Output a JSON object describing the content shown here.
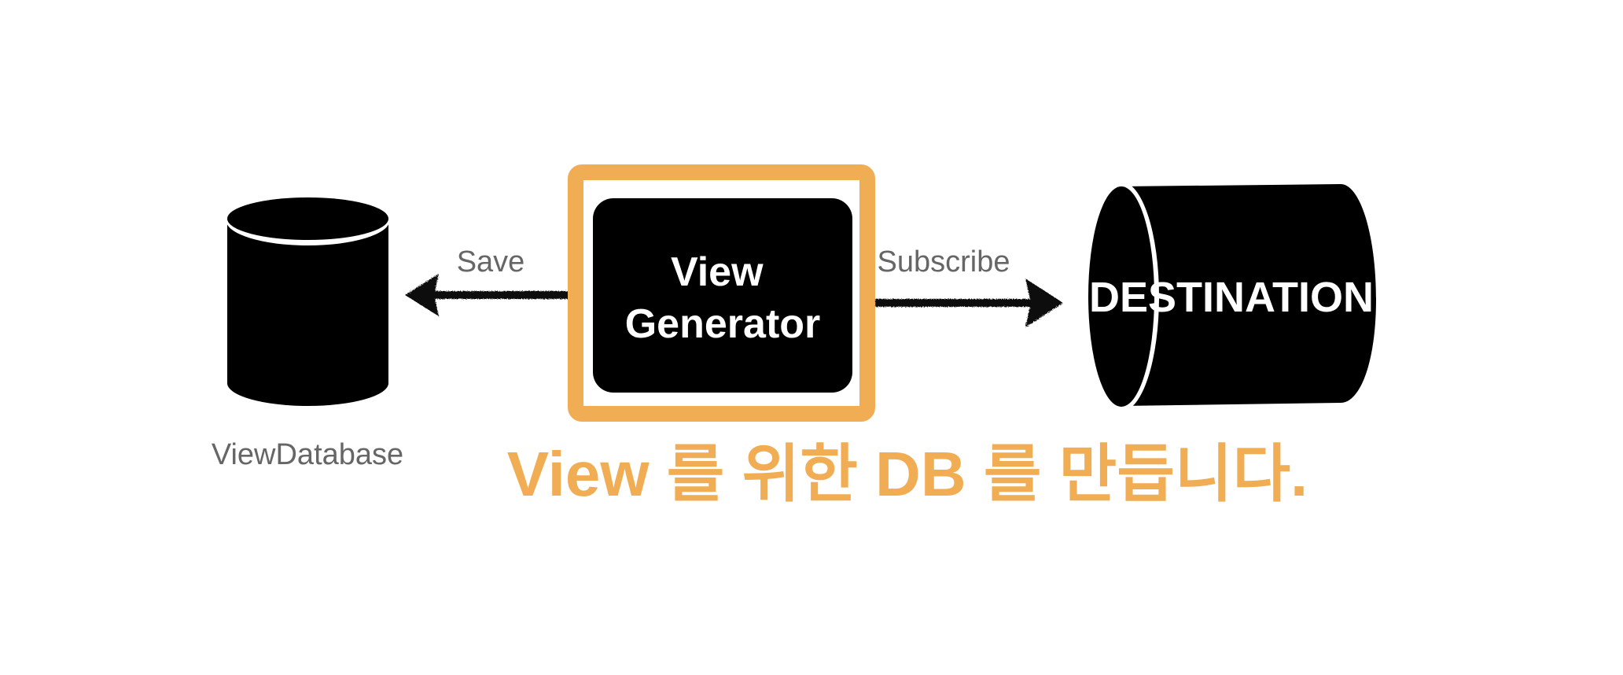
{
  "diagram": {
    "nodes": {
      "view_database": {
        "label": "ViewDatabase"
      },
      "view_generator": {
        "line1": "View",
        "line2": "Generator"
      },
      "destination": {
        "label": "DESTINATION"
      }
    },
    "edges": {
      "save": {
        "label": "Save"
      },
      "subscribe": {
        "label": "Subscribe"
      }
    },
    "caption": "View 를 위한 DB 를 만듭니다."
  },
  "colors": {
    "highlight": "#f1ad54",
    "node_fill": "#000000",
    "edge_label": "#666666",
    "background": "#ffffff"
  }
}
